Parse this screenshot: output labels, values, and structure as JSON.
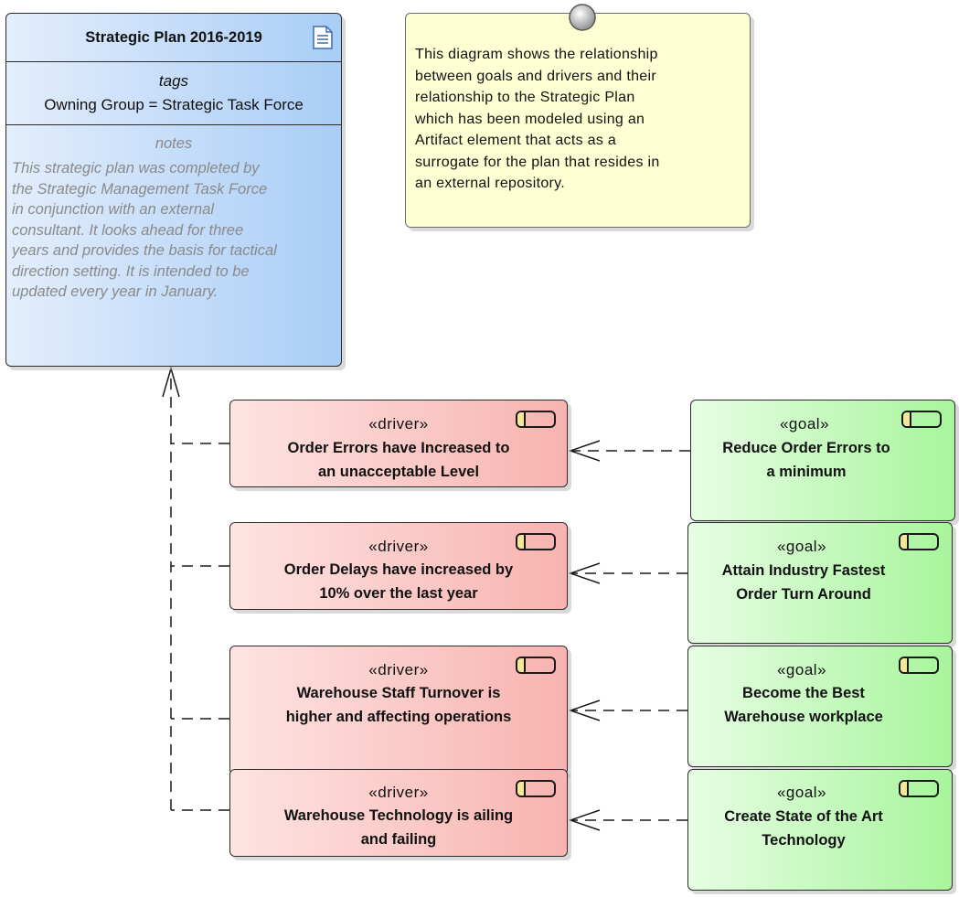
{
  "artifact": {
    "title": "Strategic Plan 2016-2019",
    "tags_header": "tags",
    "tag": "Owning Group = Strategic Task Force",
    "notes_header": "notes",
    "notes_lines": [
      "This strategic plan was completed by",
      "the Strategic Management Task Force",
      "in conjunction with an external",
      "consultant. It looks ahead for three",
      "years and provides the basis for tactical",
      "direction setting. It is intended to be",
      "updated every year in January."
    ]
  },
  "note": {
    "lines": [
      "This diagram shows the relationship",
      "between goals and drivers and their",
      "relationship to the Strategic Plan",
      "which has been modeled using an",
      "Artifact element that acts as a",
      "surrogate for the plan that resides in",
      "an external repository."
    ]
  },
  "drivers": [
    {
      "stereotype": "«driver»",
      "line1": "Order Errors have Increased to",
      "line2": "an unacceptable Level"
    },
    {
      "stereotype": "«driver»",
      "line1": "Order Delays have increased by",
      "line2": "10% over the last year"
    },
    {
      "stereotype": "«driver»",
      "line1": "Warehouse Staff Turnover is",
      "line2": "higher and affecting operations"
    },
    {
      "stereotype": "«driver»",
      "line1": "Warehouse Technology is ailing",
      "line2": "and failing"
    }
  ],
  "goals": [
    {
      "stereotype": "«goal»",
      "line1": "Reduce Order Errors to",
      "line2": "a minimum"
    },
    {
      "stereotype": "«goal»",
      "line1": "Attain Industry Fastest",
      "line2": "Order Turn Around"
    },
    {
      "stereotype": "«goal»",
      "line1": "Become the Best",
      "line2": "Warehouse workplace"
    },
    {
      "stereotype": "«goal»",
      "line1": "Create State of the Art",
      "line2": "Technology"
    }
  ],
  "colors": {
    "artifact_fill": "#a9cdf6",
    "driver_fill": "#f8b3af",
    "goal_fill": "#a8f59c",
    "note_fill": "#ffffd4",
    "notes_text": "#8a8a8a"
  }
}
